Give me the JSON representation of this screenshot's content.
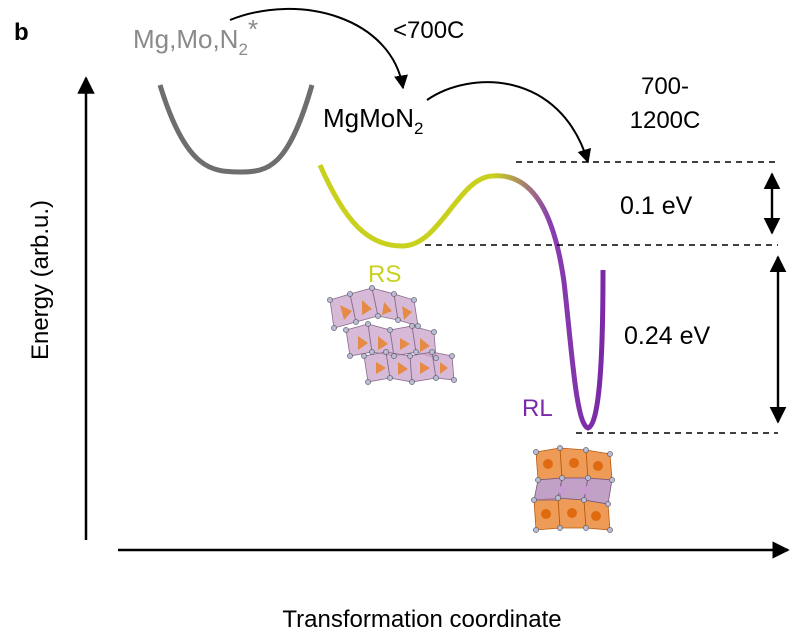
{
  "panel_label": "b",
  "y_axis_label": "Energy (arb.u.)",
  "x_axis_label": "Transformation coordinate",
  "reactant": {
    "base": "Mg,Mo,N",
    "sub": "2",
    "suffix": "*"
  },
  "step1_label": "<700C",
  "product": {
    "base": "MgMoN",
    "sub": "2"
  },
  "step2_label": {
    "line1": "700-",
    "line2": "1200C"
  },
  "gap_upper": "0.1 eV",
  "gap_lower": "0.24 eV",
  "phase_rs": "RS",
  "phase_rl": "RL",
  "colors": {
    "reactant_curve": "#6e6e6e",
    "reactant_text": "#8a8a8a",
    "rs": "#c9d11e",
    "rl": "#7a2aa6",
    "orange": "#e8822c",
    "lilac": "#c9a3c9"
  }
}
